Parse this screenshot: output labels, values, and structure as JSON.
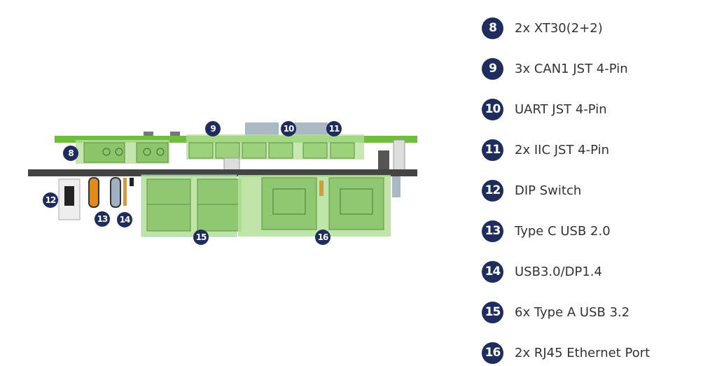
{
  "legend": [
    {
      "num": "8",
      "label": "2x XT30(2+2)"
    },
    {
      "num": "9",
      "label": "3x CAN1 JST 4-Pin"
    },
    {
      "num": "10",
      "label": "UART JST 4-Pin"
    },
    {
      "num": "11",
      "label": "2x IIC JST 4-Pin"
    },
    {
      "num": "12",
      "label": "DIP Switch"
    },
    {
      "num": "13",
      "label": "Type C USB 2.0"
    },
    {
      "num": "14",
      "label": "USB3.0/DP1.4"
    },
    {
      "num": "15",
      "label": "6x Type A USB 3.2"
    },
    {
      "num": "16",
      "label": "2x RJ45 Ethernet Port"
    }
  ],
  "colors": {
    "badge": "#1f2d5e",
    "highlight": "#8fd16a",
    "pcb_green": "#7bc24a"
  }
}
